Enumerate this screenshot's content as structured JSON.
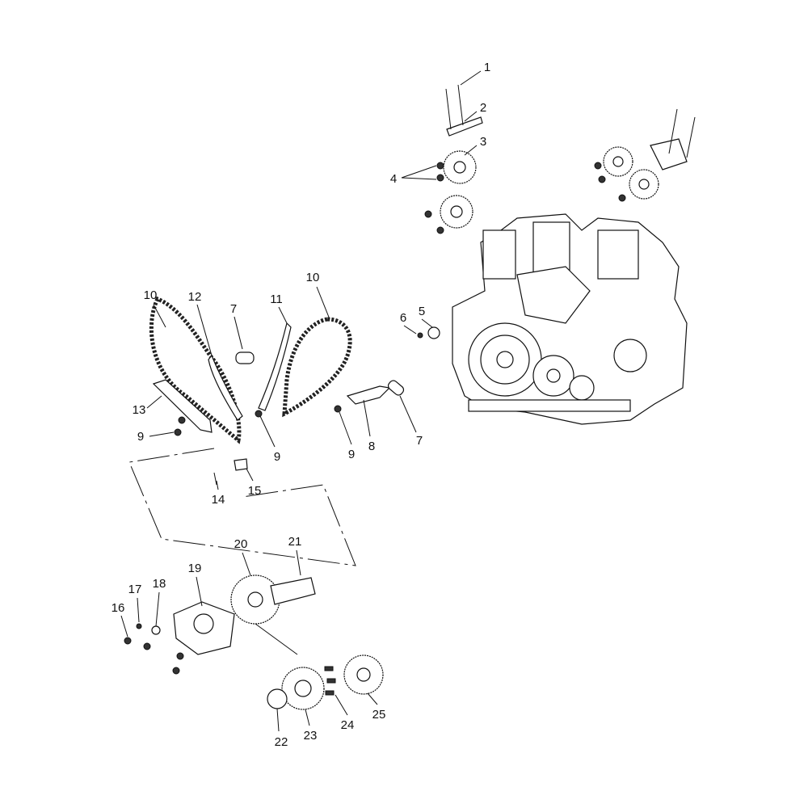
{
  "diagram": {
    "type": "exploded parts diagram",
    "callouts": [
      "1",
      "2",
      "3",
      "4",
      "5",
      "6",
      "7",
      "7",
      "8",
      "9",
      "9",
      "9",
      "10",
      "10",
      "11",
      "12",
      "13",
      "14",
      "15",
      "16",
      "17",
      "18",
      "19",
      "20",
      "21",
      "22",
      "23",
      "24",
      "25"
    ]
  }
}
